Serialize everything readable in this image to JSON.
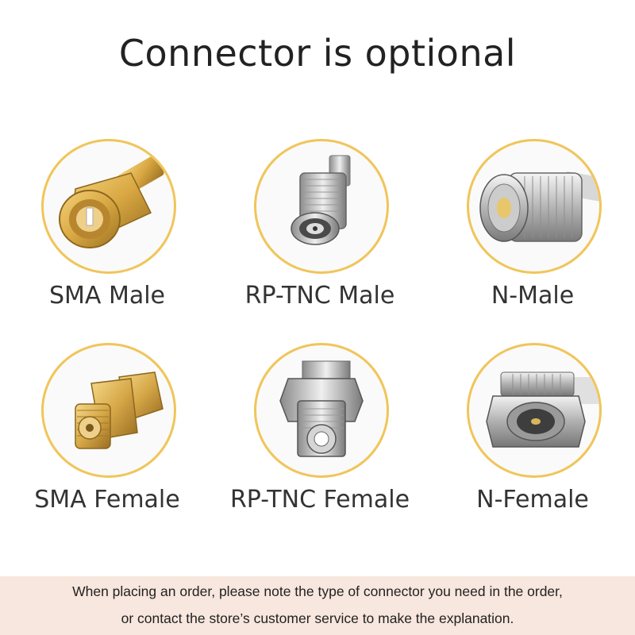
{
  "title": "Connector is optional",
  "connectors": [
    {
      "label": "SMA Male",
      "icon": "sma-male-connector-icon"
    },
    {
      "label": "RP-TNC Male",
      "icon": "rp-tnc-male-connector-icon"
    },
    {
      "label": "N-Male",
      "icon": "n-male-connector-icon"
    },
    {
      "label": "SMA Female",
      "icon": "sma-female-connector-icon"
    },
    {
      "label": "RP-TNC Female",
      "icon": "rp-tnc-female-connector-icon"
    },
    {
      "label": "N-Female",
      "icon": "n-female-connector-icon"
    }
  ],
  "note": {
    "line1": "When placing an order, please note the type of connector you need in the order,",
    "line2": "or contact the store’s customer service to make the explanation."
  },
  "colors": {
    "circle_border": "#f0c55a",
    "gold": "#d9a843",
    "silver": "#c8c8c8",
    "note_background": "#f8e7de"
  }
}
